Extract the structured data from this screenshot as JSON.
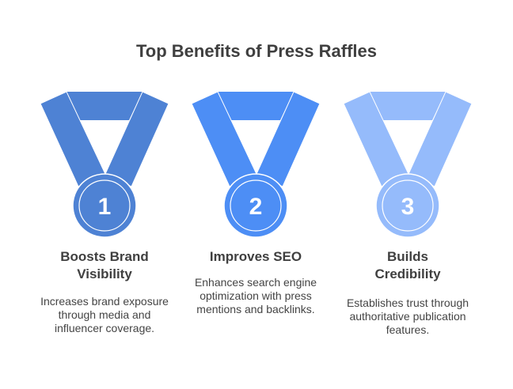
{
  "title": "Top Benefits of Press Raffles",
  "items": [
    {
      "number": "1",
      "heading": "Boosts Brand Visibility",
      "description": "Increases brand exposure through media and influencer coverage.",
      "color": "#4E82D4"
    },
    {
      "number": "2",
      "heading": "Improves SEO",
      "description": "Enhances search engine optimization with press mentions and backlinks.",
      "color": "#4D8EF5"
    },
    {
      "number": "3",
      "heading": "Builds Credibility",
      "description": "Establishes trust through authoritative publication features.",
      "color": "#95BBFB"
    }
  ]
}
